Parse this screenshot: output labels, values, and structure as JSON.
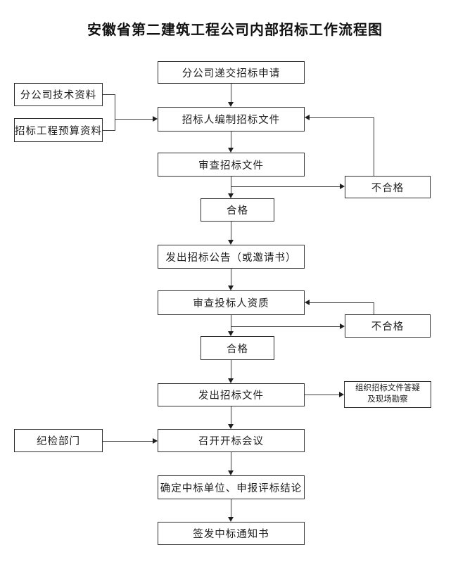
{
  "title": "安徽省第二建筑工程公司内部招标工作流程图",
  "nodes": {
    "submit": "分公司递交招标申请",
    "tech": "分公司技术资料",
    "budget": "招标工程预算资料",
    "prepare": "招标人编制招标文件",
    "review_docs": "审查招标文件",
    "fail1": "不合格",
    "pass1": "合格",
    "announce": "发出招标公告（或邀请书）",
    "review_bidders": "审查投标人资质",
    "fail2": "不合格",
    "pass2": "合格",
    "issue_docs": "发出招标文件",
    "qa_line1": "组织招标文件答疑",
    "qa_line2": "及现场勘察",
    "discipline": "纪检部门",
    "open_meeting": "召开开标会议",
    "determine": "确定中标单位、申报评标结论",
    "notice": "签发中标通知书"
  }
}
